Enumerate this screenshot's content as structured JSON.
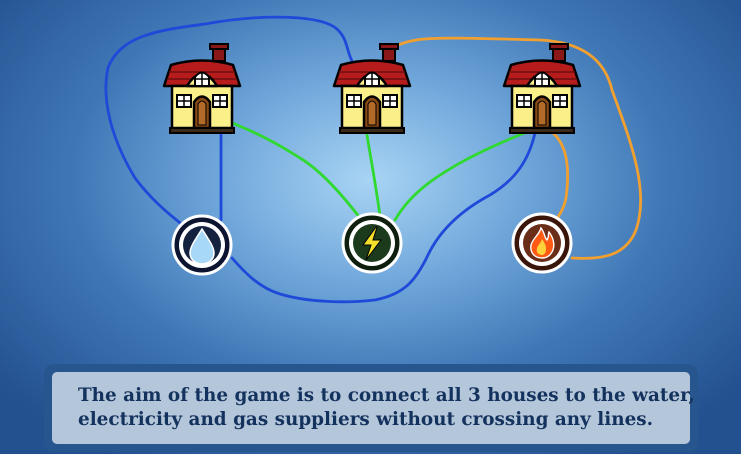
{
  "instructions": {
    "line1": "The aim of the game is to connect all 3 houses to the water,",
    "line2": "electricity and gas suppliers without crossing any lines."
  },
  "board": {
    "houses": [
      {
        "id": "house-1"
      },
      {
        "id": "house-2"
      },
      {
        "id": "house-3"
      }
    ],
    "suppliers": [
      {
        "id": "water",
        "icon": "water-drop-icon",
        "color": "#14213f"
      },
      {
        "id": "electricity",
        "icon": "lightning-bolt-icon",
        "color": "#1c3b1c"
      },
      {
        "id": "gas",
        "icon": "flame-icon",
        "color": "#6a2d17"
      }
    ],
    "connections": [
      {
        "from": "house-1",
        "to": "water",
        "color": "#1f49d9"
      },
      {
        "from": "house-1",
        "to": "electricity",
        "color": "#2fd92f"
      },
      {
        "from": "house-2",
        "to": "electricity",
        "color": "#2fd92f"
      },
      {
        "from": "house-3",
        "to": "electricity",
        "color": "#2fd92f"
      },
      {
        "from": "house-2",
        "to": "water",
        "color": "#1f49d9"
      },
      {
        "from": "house-3",
        "to": "water",
        "color": "#1f49d9"
      },
      {
        "from": "house-3",
        "to": "gas",
        "color": "#f1a030"
      },
      {
        "from": "house-2",
        "to": "gas",
        "color": "#f1a030"
      }
    ]
  }
}
